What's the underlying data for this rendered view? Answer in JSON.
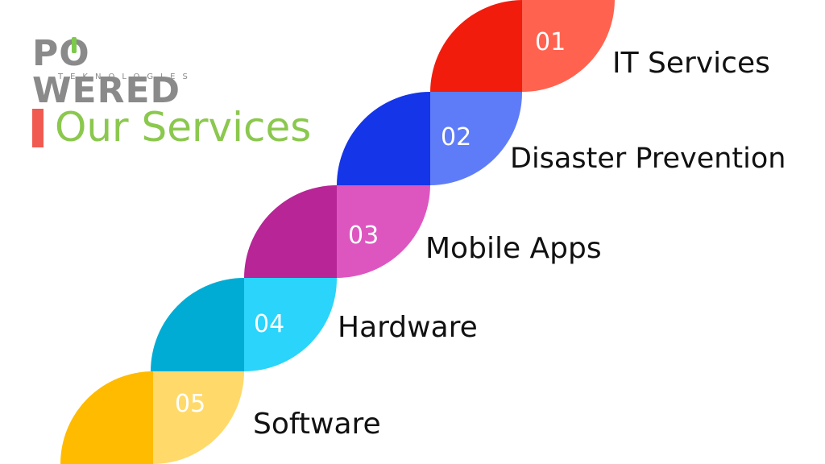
{
  "logo": {
    "name_start": "P",
    "name_o": "O",
    "name_end": "WERED",
    "tagline": "TEKNOLOGIES",
    "accent_color": "#7dc94c"
  },
  "title": "Our Services",
  "title_color": "#8bc84e",
  "title_bar_color": "#f05a50",
  "services": [
    {
      "number": "01",
      "label": "IT Services",
      "color_dark": "#f21c0c",
      "color_light": "#ff6350"
    },
    {
      "number": "02",
      "label": "Disaster Prevention",
      "color_dark": "#1535e8",
      "color_light": "#5f7cf8"
    },
    {
      "number": "03",
      "label": "Mobile Apps",
      "color_dark": "#b72597",
      "color_light": "#dd56c0"
    },
    {
      "number": "04",
      "label": "Hardware",
      "color_dark": "#00acd4",
      "color_light": "#2ad4fa"
    },
    {
      "number": "05",
      "label": "Software",
      "color_dark": "#ffbb00",
      "color_light": "#ffda6a"
    }
  ]
}
